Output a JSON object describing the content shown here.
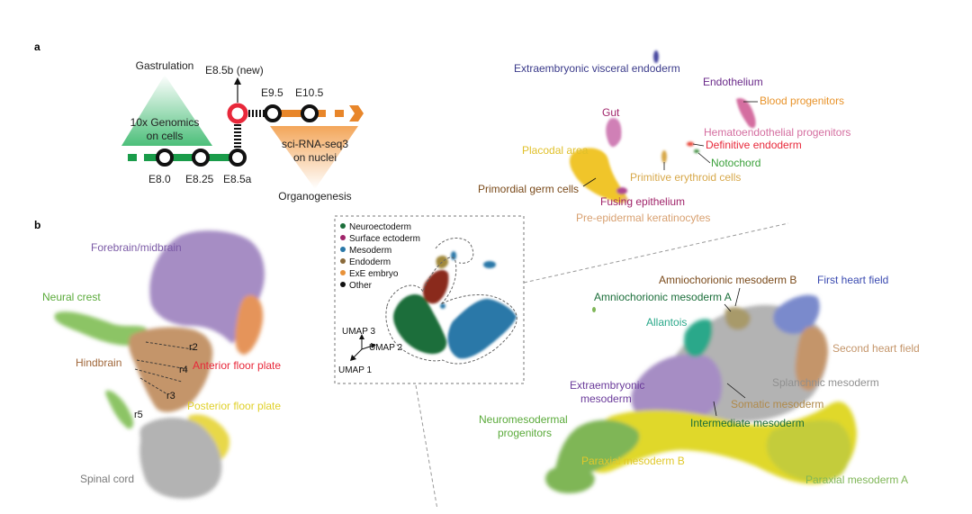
{
  "panels": {
    "a": "a",
    "b": "b"
  },
  "timeline": {
    "gastrulation": "Gastrulation",
    "organogenesis": "Organogenesis",
    "tenx": "10x Genomics",
    "on_cells": "on cells",
    "sci": "sci-RNA-seq3",
    "on_nuclei": "on nuclei",
    "stages": {
      "e80": "E8.0",
      "e825": "E8.25",
      "e85a": "E8.5a",
      "e85b": "E8.5b (new)",
      "e95": "E9.5",
      "e105": "E10.5"
    }
  },
  "top_cluster_labels": {
    "exvis": "Extraembryonic visceral endoderm",
    "endothelium": "Endothelium",
    "blood": "Blood progenitors",
    "gut": "Gut",
    "hemato": "Hematoendothelial progenitors",
    "defendo": "Definitive endoderm",
    "placodal": "Placodal area",
    "notochord": "Notochord",
    "primery": "Primitive erythroid cells",
    "pgc": "Primordial germ cells",
    "fusing": "Fusing epithelium",
    "preepi": "Pre-epidermal keratinocytes"
  },
  "neuro_labels": {
    "forebrain": "Forebrain/midbrain",
    "neural_crest": "Neural crest",
    "hindbrain": "Hindbrain",
    "anterior": "Anterior floor plate",
    "posterior": "Posterior floor plate",
    "spinal": "Spinal cord",
    "r2": "r2",
    "r4": "r4",
    "r3": "r3",
    "r5": "r5"
  },
  "inset": {
    "legend": [
      {
        "label": "Neuroectoderm",
        "color": "#1b6e3a"
      },
      {
        "label": "Surface ectoderm",
        "color": "#a0246a"
      },
      {
        "label": "Mesoderm",
        "color": "#2a78a8"
      },
      {
        "label": "Endoderm",
        "color": "#8a6a3a"
      },
      {
        "label": "ExE embryo",
        "color": "#e8923a"
      },
      {
        "label": "Other",
        "color": "#111111"
      }
    ],
    "axes": {
      "u1": "UMAP 1",
      "u2": "UMAP 2",
      "u3": "UMAP 3"
    }
  },
  "meso_labels": {
    "amnioB": "Amniochorionic mesoderm B",
    "amnioA": "Amniochorionic mesoderm A",
    "firstheart": "First heart field",
    "allantois": "Allantois",
    "secondheart": "Second heart field",
    "splanchnic": "Splanchnic mesoderm",
    "exmeso1": "Extraembryonic",
    "exmeso2": "mesoderm",
    "somatic": "Somatic mesoderm",
    "nmp1": "Neuromesodermal",
    "nmp2": "progenitors",
    "intermediate": "Intermediate mesoderm",
    "paraxB": "Paraxial mesoderm B",
    "paraxA": "Paraxial mesoderm A"
  },
  "colors": {
    "green": "#1a9c4a",
    "orange": "#e8862a",
    "red": "#e8283a",
    "purple": "#a68dc4",
    "tan": "#c4956a",
    "lightgreen": "#7fb657",
    "yellow": "#e0d82a",
    "grey": "#b3b3b3",
    "pink": "#d77ba6",
    "gold": "#f0c52a",
    "blue": "#3a3aa3"
  }
}
